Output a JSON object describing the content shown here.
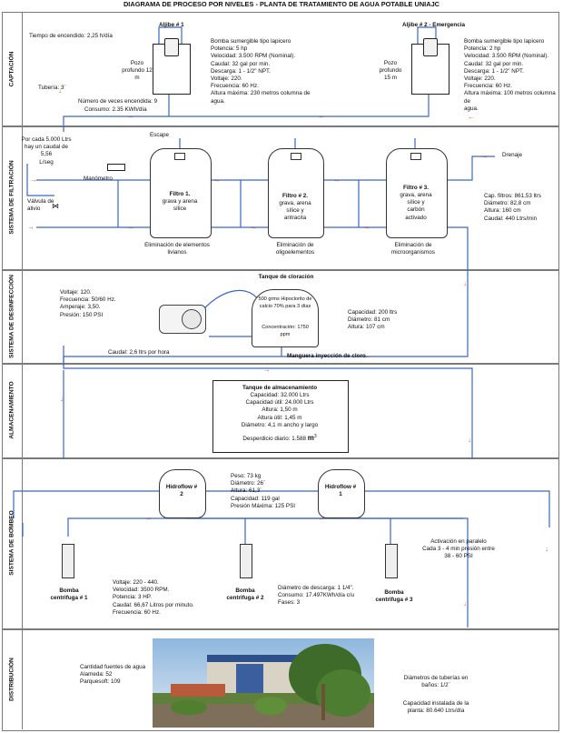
{
  "title": "DIAGRAMA DE PROCESO POR NIVELES - PLANTA DE TRATAMIENTO DE AGUA POTABLE UNIAJC",
  "sections": {
    "captacion": "CAPTACIÓN",
    "filtracion": "SISTEMA DE FILTRACIÓN",
    "desinfeccion": "SISTEMA DE DESINFECCIÓN",
    "almacenamiento": "ALMACENAMIENTO",
    "bombeo": "SISTEMA DE BOMBEO",
    "distribucion": "DISTRIBUCIÓN"
  },
  "captacion": {
    "aljibe1_label": "Aljibe # 1",
    "aljibe2_label": "Aljibe # 2 - Emergencia",
    "tiempo": "Tiempo de encendido: 2,25 h/día",
    "tuberia": "Tubería: 3¨",
    "pozo1": "Pozo\nprofundo 12\nm",
    "pozo2": "Pozo\nprofundo\n15 m",
    "veces": "Número de veces encendida: 9",
    "consumo": "Consumo: 2.35 KWh/día",
    "bomba1_specs": "Bomba sumergible tipo lapicero\nPotencia: 5 hp\nVelocidad: 3.500 RPM (Nominal).\nCaudal: 32 gal por min.\nDescarga: 1 - 1/2\" NPT.\nVoltaje: 220.\nFrecuencia: 60 Hz.\nAltura máxima: 230 metros columna de\nagua.",
    "bomba2_specs": "Bomba sumergible tipo lapicero\nPotencia: 2 hp\nVelocidad: 3.500 RPM (Nominal).\nCaudal: 32 gal por min.\nDescarga: 1 - 1/2\" NPT.\nVoltaje: 220.\nFrecuencia: 60 Hz.\nAltura máxima: 100 metros columna de\nagua."
  },
  "filtracion": {
    "caudal_note": "Por cada 5.000 Ltrs\nhay un caudal de 5,56\nL/seg",
    "manometro": "Manómetro",
    "valvula": "Válvula de\nalivio",
    "escape": "Escape",
    "drenaje": "Drenaje",
    "filtro1_title": "Filtro 1.",
    "filtro1_media": "grava y arena\nsílice",
    "filtro2_title": "Filtro # 2.",
    "filtro2_media": "grava, arena\nsílice y\nantracita",
    "filtro3_title": "Filtro # 3.",
    "filtro3_media": "grava, arena\nsílice y\ncarbón\nactivado",
    "elim1": "Eliminación de elementos\nlivianos",
    "elim2": "Eliminación de\noligoelementos",
    "elim3": "Eliminación de\nmicroorganismos",
    "specs": "Cap. filtros: 861,53 ltrs\nDiámetro: 82,8 cm\nAltura: 160 cm\nCaudal: 440 Ltrs/min"
  },
  "desinfeccion": {
    "pump_specs": "Voltaje: 120.\nFrecuencia: 50/60 Hz.\nAmperaje: 3,50.\nPresión: 150 PSI",
    "tanque_title": "Tanque de cloración",
    "hipoclorito": "500 grms Hipoclorito de\ncalcio 70% para 3 días",
    "concentracion": "Concentración: 1750\nppm",
    "tank_specs": "Capacidad: 200 ltrs\nDiámetro: 81 cm\nAltura: 107 cm",
    "caudal": "Caudal: 2,6 ltrs por hora",
    "manguera": "Manguera inyección de cloro"
  },
  "almacenamiento": {
    "title": "Tanque de almacenamiento",
    "specs": "Capacidad: 32.000 Ltrs\nCapacidad útil: 24.000 Ltrs\nAltura: 1,50 m\nAltura útil: 1,45 m\nDiámetro: 4,1 m ancho y largo",
    "desperdicio_label": "Desperdicio diario: 1.588 ",
    "desperdicio_unit": "m",
    "desperdicio_exp": "3"
  },
  "bombeo": {
    "hidro2": "Hidroflow #\n2",
    "hidro1": "Hidroflow #\n1",
    "hidro_specs": "Peso: 73 kg\nDiámetro: 26¨\nAltura: 61,3¨\nCapacidad: 119 gal\nPresión Máxima: 125 PSI",
    "activacion": "Activación en paralelo\nCada 3 - 4 min presión entre\n38 - 60 PSI",
    "bomba1": "Bomba\ncentrifuga # 1",
    "bomba2": "Bomba\ncentrifuga # 2",
    "bomba3": "Bomba\ncentrifuga # 3",
    "bomba_specs": "Voltaje: 220 - 440.\nVelocidad: 3500 RPM.\nPotencia: 3 HP.\nCaudal: 66,67 Litros por minuto.\nFrecuencia: 60 Hz.",
    "descarga": "Diámetro de descarga: 1 1/4\".\nConsumo: 17.497KWh/día c/u\nFases: 3"
  },
  "distribucion": {
    "fuentes": "Cantidad fuentes de agua\nAlameda: 52\nParquesoft: 109",
    "tuberias": "Diámetros de tuberías en\nbaños: 1/2¨",
    "capacidad": "Capacidad instalada de la\nplanta: 80.640 Ltrs/día"
  }
}
